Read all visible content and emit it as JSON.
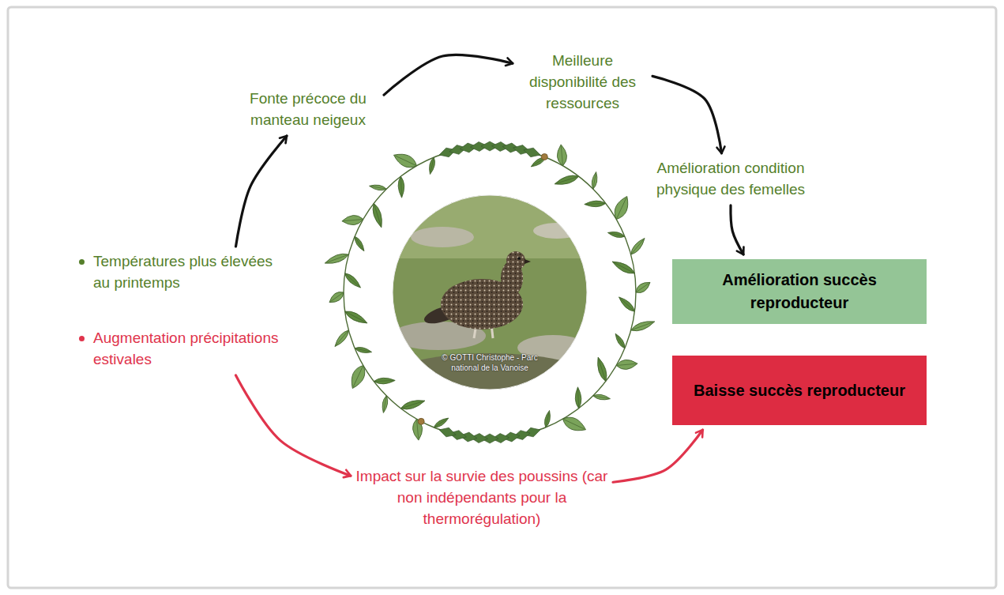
{
  "diagram": {
    "nodes": [
      {
        "text": [
          "Températures plus élevées au printemps"
        ]
      },
      {
        "text": [
          "Augmentation précipitations estivales"
        ]
      },
      {
        "text": [
          "Fonte précoce du manteau neigeux"
        ]
      },
      {
        "text": [
          "Meilleure disponibilité des ressources"
        ]
      },
      {
        "text": [
          "Amélioration condition physique des femelles"
        ]
      },
      {
        "text": [
          "Amélioration succès reproducteur"
        ]
      },
      {
        "text": [
          "Impact sur la survie des poussins (car non indépendants pour la thermorégulation)"
        ]
      },
      {
        "text": [
          "Baisse succès reproducteur"
        ]
      }
    ],
    "edges": [
      {
        "from": 0,
        "to": 2,
        "arrow": "to"
      },
      {
        "from": 2,
        "to": 3,
        "arrow": "to"
      },
      {
        "from": 3,
        "to": 4,
        "arrow": "to"
      },
      {
        "from": 4,
        "to": 5,
        "arrow": "to"
      },
      {
        "from": 1,
        "to": 6,
        "arrow": "to"
      },
      {
        "from": 6,
        "to": 7,
        "arrow": "to"
      }
    ],
    "labels": [
      "© GOTTI Christophe - Parc national de la Vanoise"
    ]
  }
}
